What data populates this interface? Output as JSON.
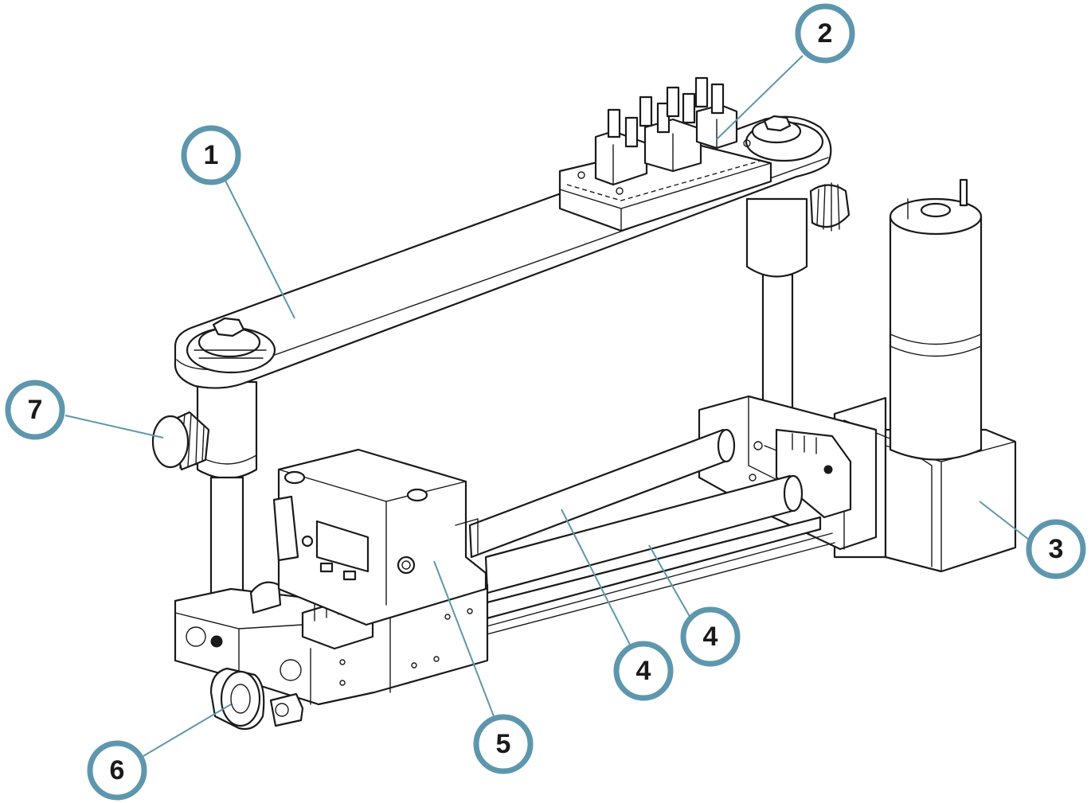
{
  "callouts": [
    {
      "id": "c1",
      "label": "1"
    },
    {
      "id": "c2",
      "label": "2"
    },
    {
      "id": "c3",
      "label": "3"
    },
    {
      "id": "c4a",
      "label": "4"
    },
    {
      "id": "c4b",
      "label": "4"
    },
    {
      "id": "c5",
      "label": "5"
    },
    {
      "id": "c6",
      "label": "6"
    },
    {
      "id": "c7",
      "label": "7"
    }
  ],
  "colors": {
    "callout_ring": "#5e97ad",
    "line_art": "#1a1a1a",
    "background": "#ffffff"
  }
}
